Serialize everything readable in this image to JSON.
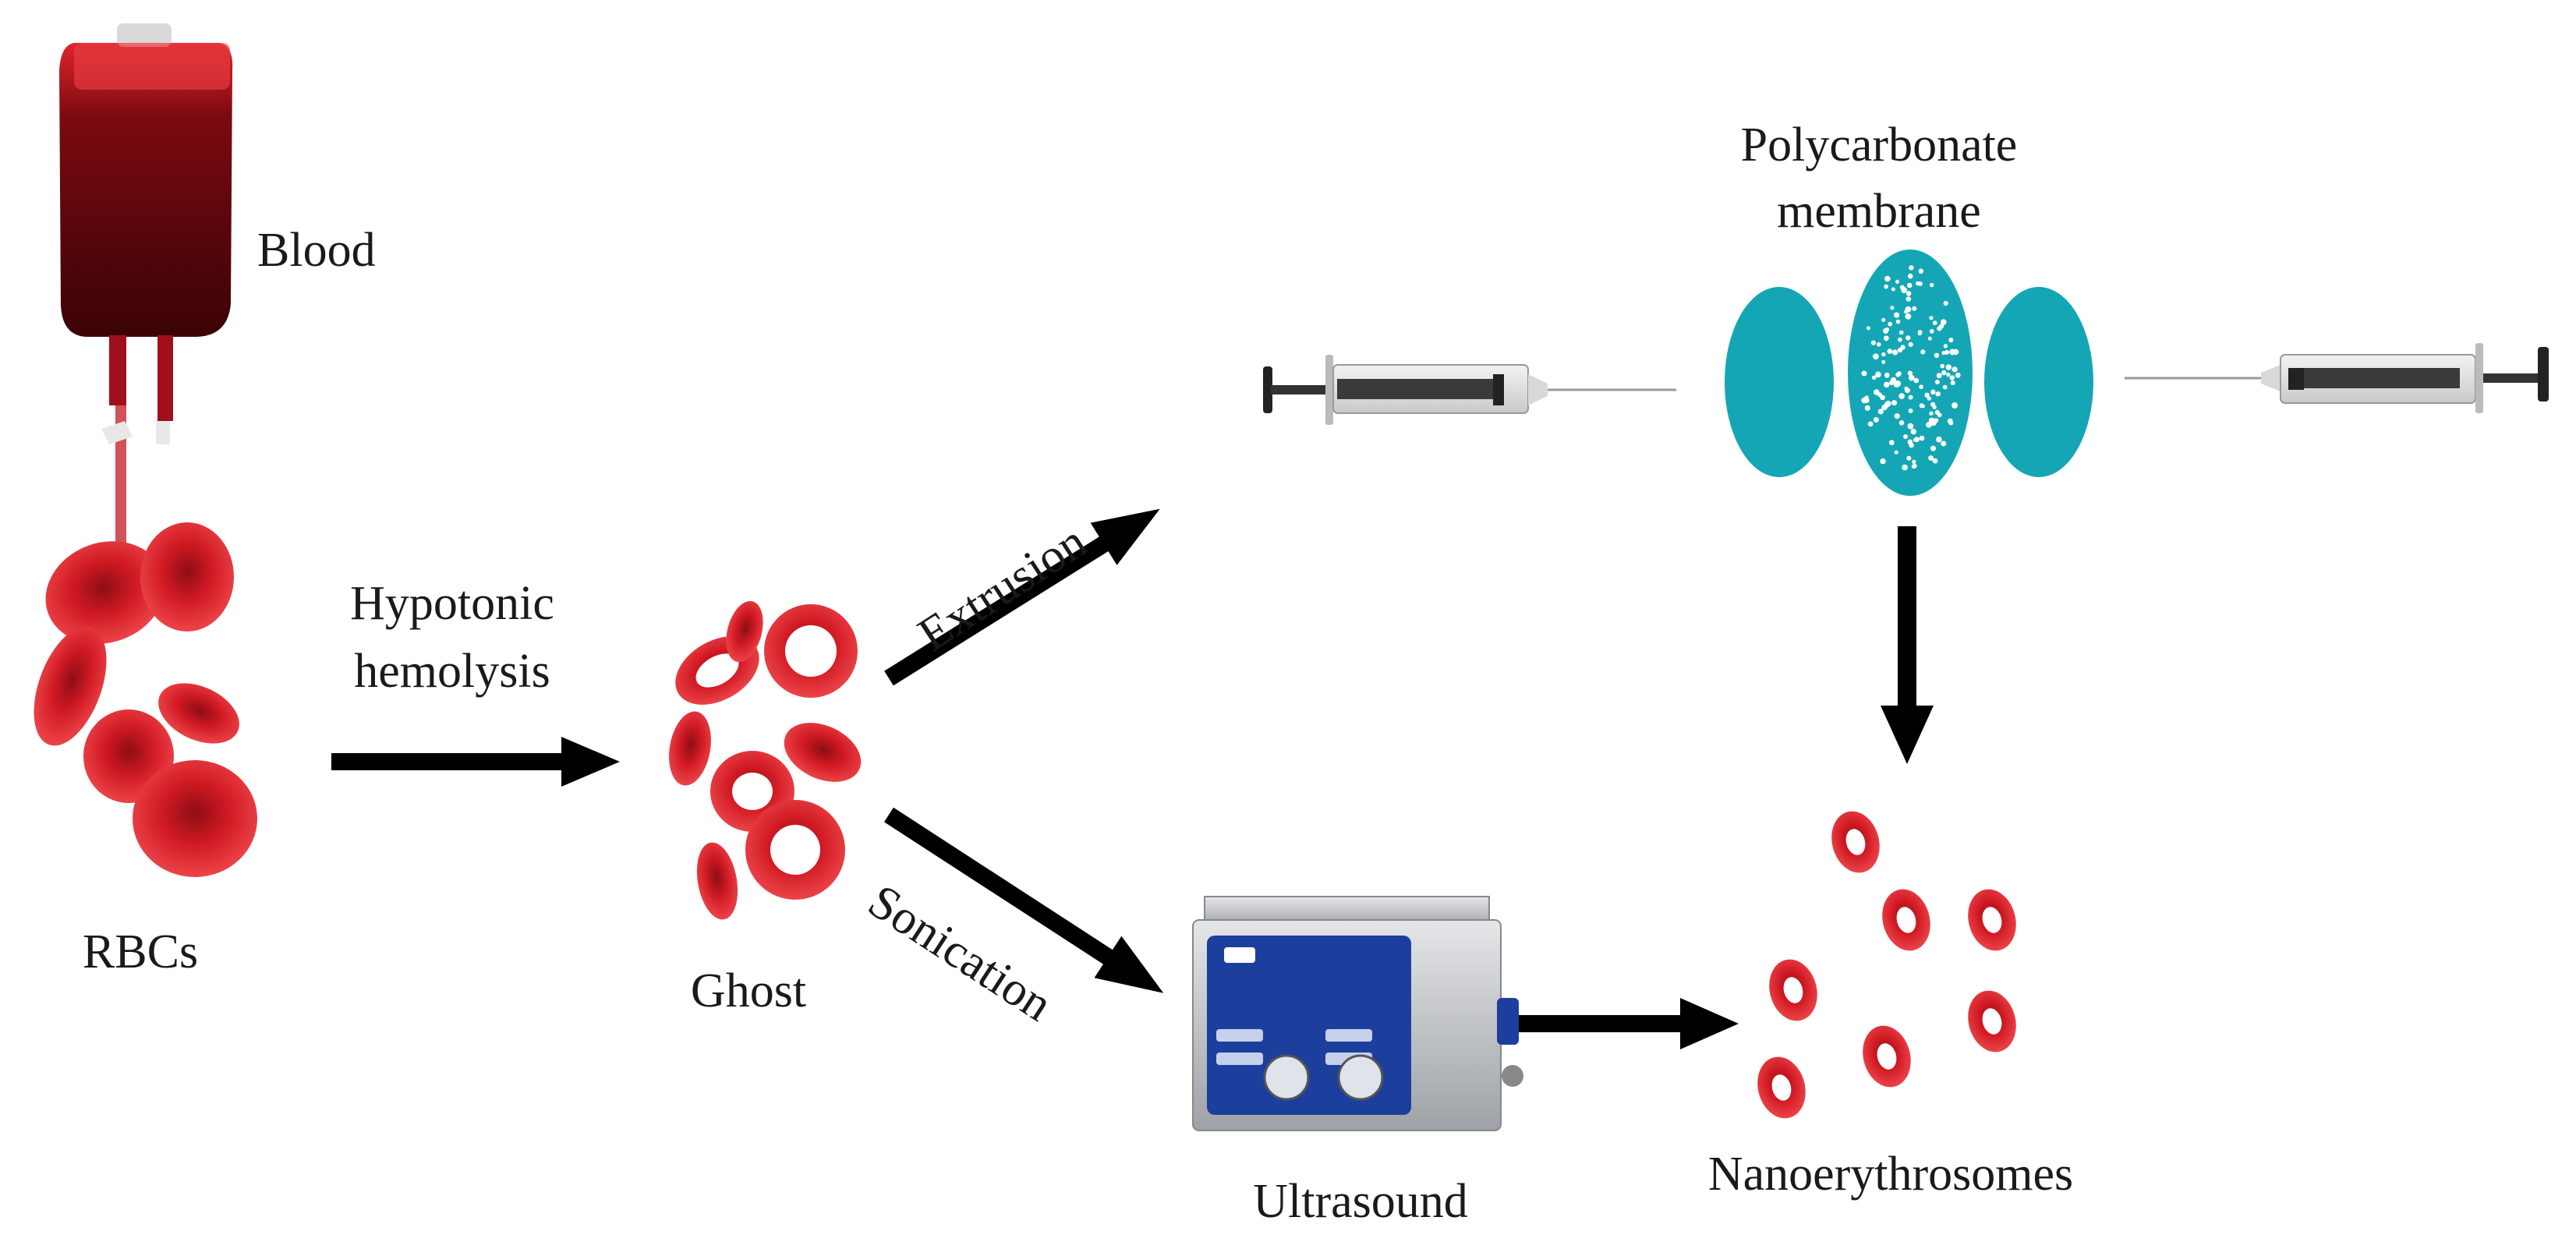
{
  "labels": {
    "blood": "Blood",
    "rbcs": "RBCs",
    "hypotonic_line1": "Hypotonic",
    "hypotonic_line2": "hemolysis",
    "ghost": "Ghost",
    "extrusion": "Extrusion",
    "sonication": "Sonication",
    "polycarbonate_line1": "Polycarbonate",
    "polycarbonate_line2": "membrane",
    "ultrasound": "Ultrasound",
    "nanoerythrosomes": "Nanoerythrosomes"
  },
  "colors": {
    "blood_red": "#b3121b",
    "cell_red": "#d11a24",
    "membrane_teal": "#14a6b5",
    "arrow": "#000000",
    "device_blue": "#1c3f9e",
    "steel": "#b9bcc0"
  }
}
